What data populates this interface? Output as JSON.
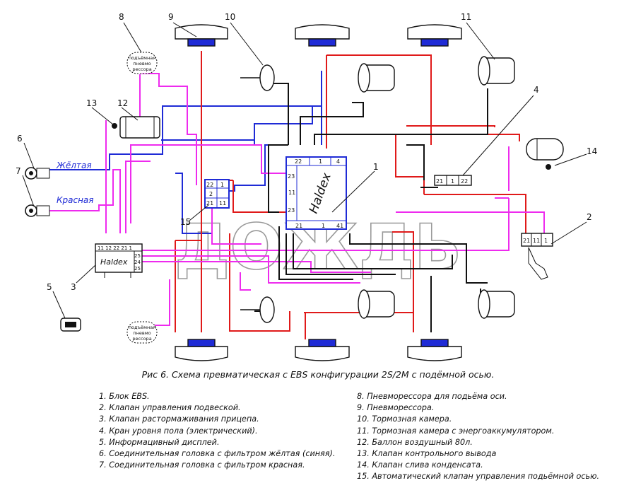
{
  "diagram": {
    "watermark": "ДОЖДЬ",
    "ebs_label": "Haldex",
    "trailer_valve_label": "Haldex",
    "head_yellow_label": "Жёлтая",
    "head_red_label": "Красная",
    "lift_bag_label_top": "подъёмная пневмо рессора",
    "lift_bag_label_bottom": "подъёмная пневмо рессора",
    "callouts": [
      "1",
      "2",
      "3",
      "4",
      "5",
      "6",
      "7",
      "8",
      "9",
      "10",
      "11",
      "12",
      "13",
      "14",
      "15"
    ],
    "ebs_ports": {
      "p22": "22",
      "p1": "1",
      "p4": "4",
      "p23a": "23",
      "p11": "11",
      "p23b": "23",
      "p21": "21",
      "p1b": "1",
      "p41": "41"
    },
    "valve15_ports": {
      "p22": "22",
      "p1": "1",
      "p21": "21",
      "p11": "11",
      "p2": "2"
    },
    "valve4_ports": {
      "p21": "21",
      "p1": "1",
      "p22": "22"
    },
    "valve2_ports": {
      "p21": "21",
      "p11": "11",
      "p1": "1"
    },
    "valve3_ports": {
      "top": "11 12 22 21 1",
      "r25": "25",
      "r24": "24",
      "r25b": "25"
    }
  },
  "caption": "Рис 6. Схема превматическая  с EBS конфигурации 2S/2M с подёмной осью.",
  "legend_left": [
    "1. Блок EBS.",
    "2. Клапан управления подвеской.",
    "3. Клапан растормаживания прицепа.",
    "4. Кран уровня пола (электрический).",
    "5. Информацивный дисплей.",
    "6. Соединительная головка с фильтром жёлтая (синяя).",
    "7. Соединительная головка с фильтром красная."
  ],
  "legend_right": [
    "8. Пневморессора для подьёма оси.",
    "9. Пневморессора.",
    "10. Тормозная камера.",
    "11. Тормозная камера с энергоаккумулятором.",
    "12. Баллон воздушный 80л.",
    "13. Клапан контрольного вывода",
    "14. Клапан слива конденсата.",
    "15. Автоматический клапан управления подьёмной осью."
  ],
  "colors": {
    "blue": "#1f2bd6",
    "red": "#e01a1a",
    "magenta": "#ee2bee",
    "black": "#111111",
    "pink": "#f08adb"
  }
}
